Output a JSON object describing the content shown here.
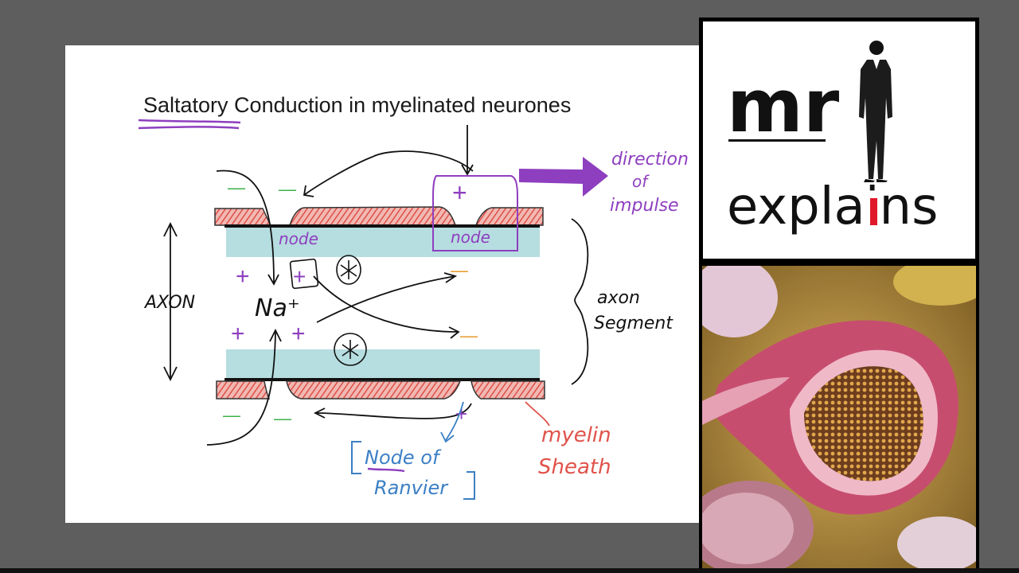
{
  "slide": {
    "title": "Saltatory Conduction in myelinated neurones"
  },
  "labels": {
    "axon": "AXON",
    "node_left": "node",
    "node_right": "node",
    "na_plus": "Na⁺",
    "direction_line1": "direction",
    "direction_line2": "of",
    "direction_line3": "impulse",
    "axon_segment_line1": "axon",
    "axon_segment_line2": "Segment",
    "myelin_line1": "myelin",
    "myelin_line2": "Sheath",
    "node_of_ranvier_line1": "Node of",
    "node_of_ranvier_line2": "Ranvier",
    "plus": "+",
    "minus": "—"
  },
  "logo": {
    "line1": "mr",
    "line2": "explains"
  },
  "colors": {
    "membrane_fill": "#b6dde0",
    "myelin_red": "#e0524a",
    "purple": "#8e3fbf",
    "green": "#3db14a",
    "orange": "#e89a2a",
    "blue": "#3b7fc4",
    "logo_accent": "#e0192a"
  }
}
